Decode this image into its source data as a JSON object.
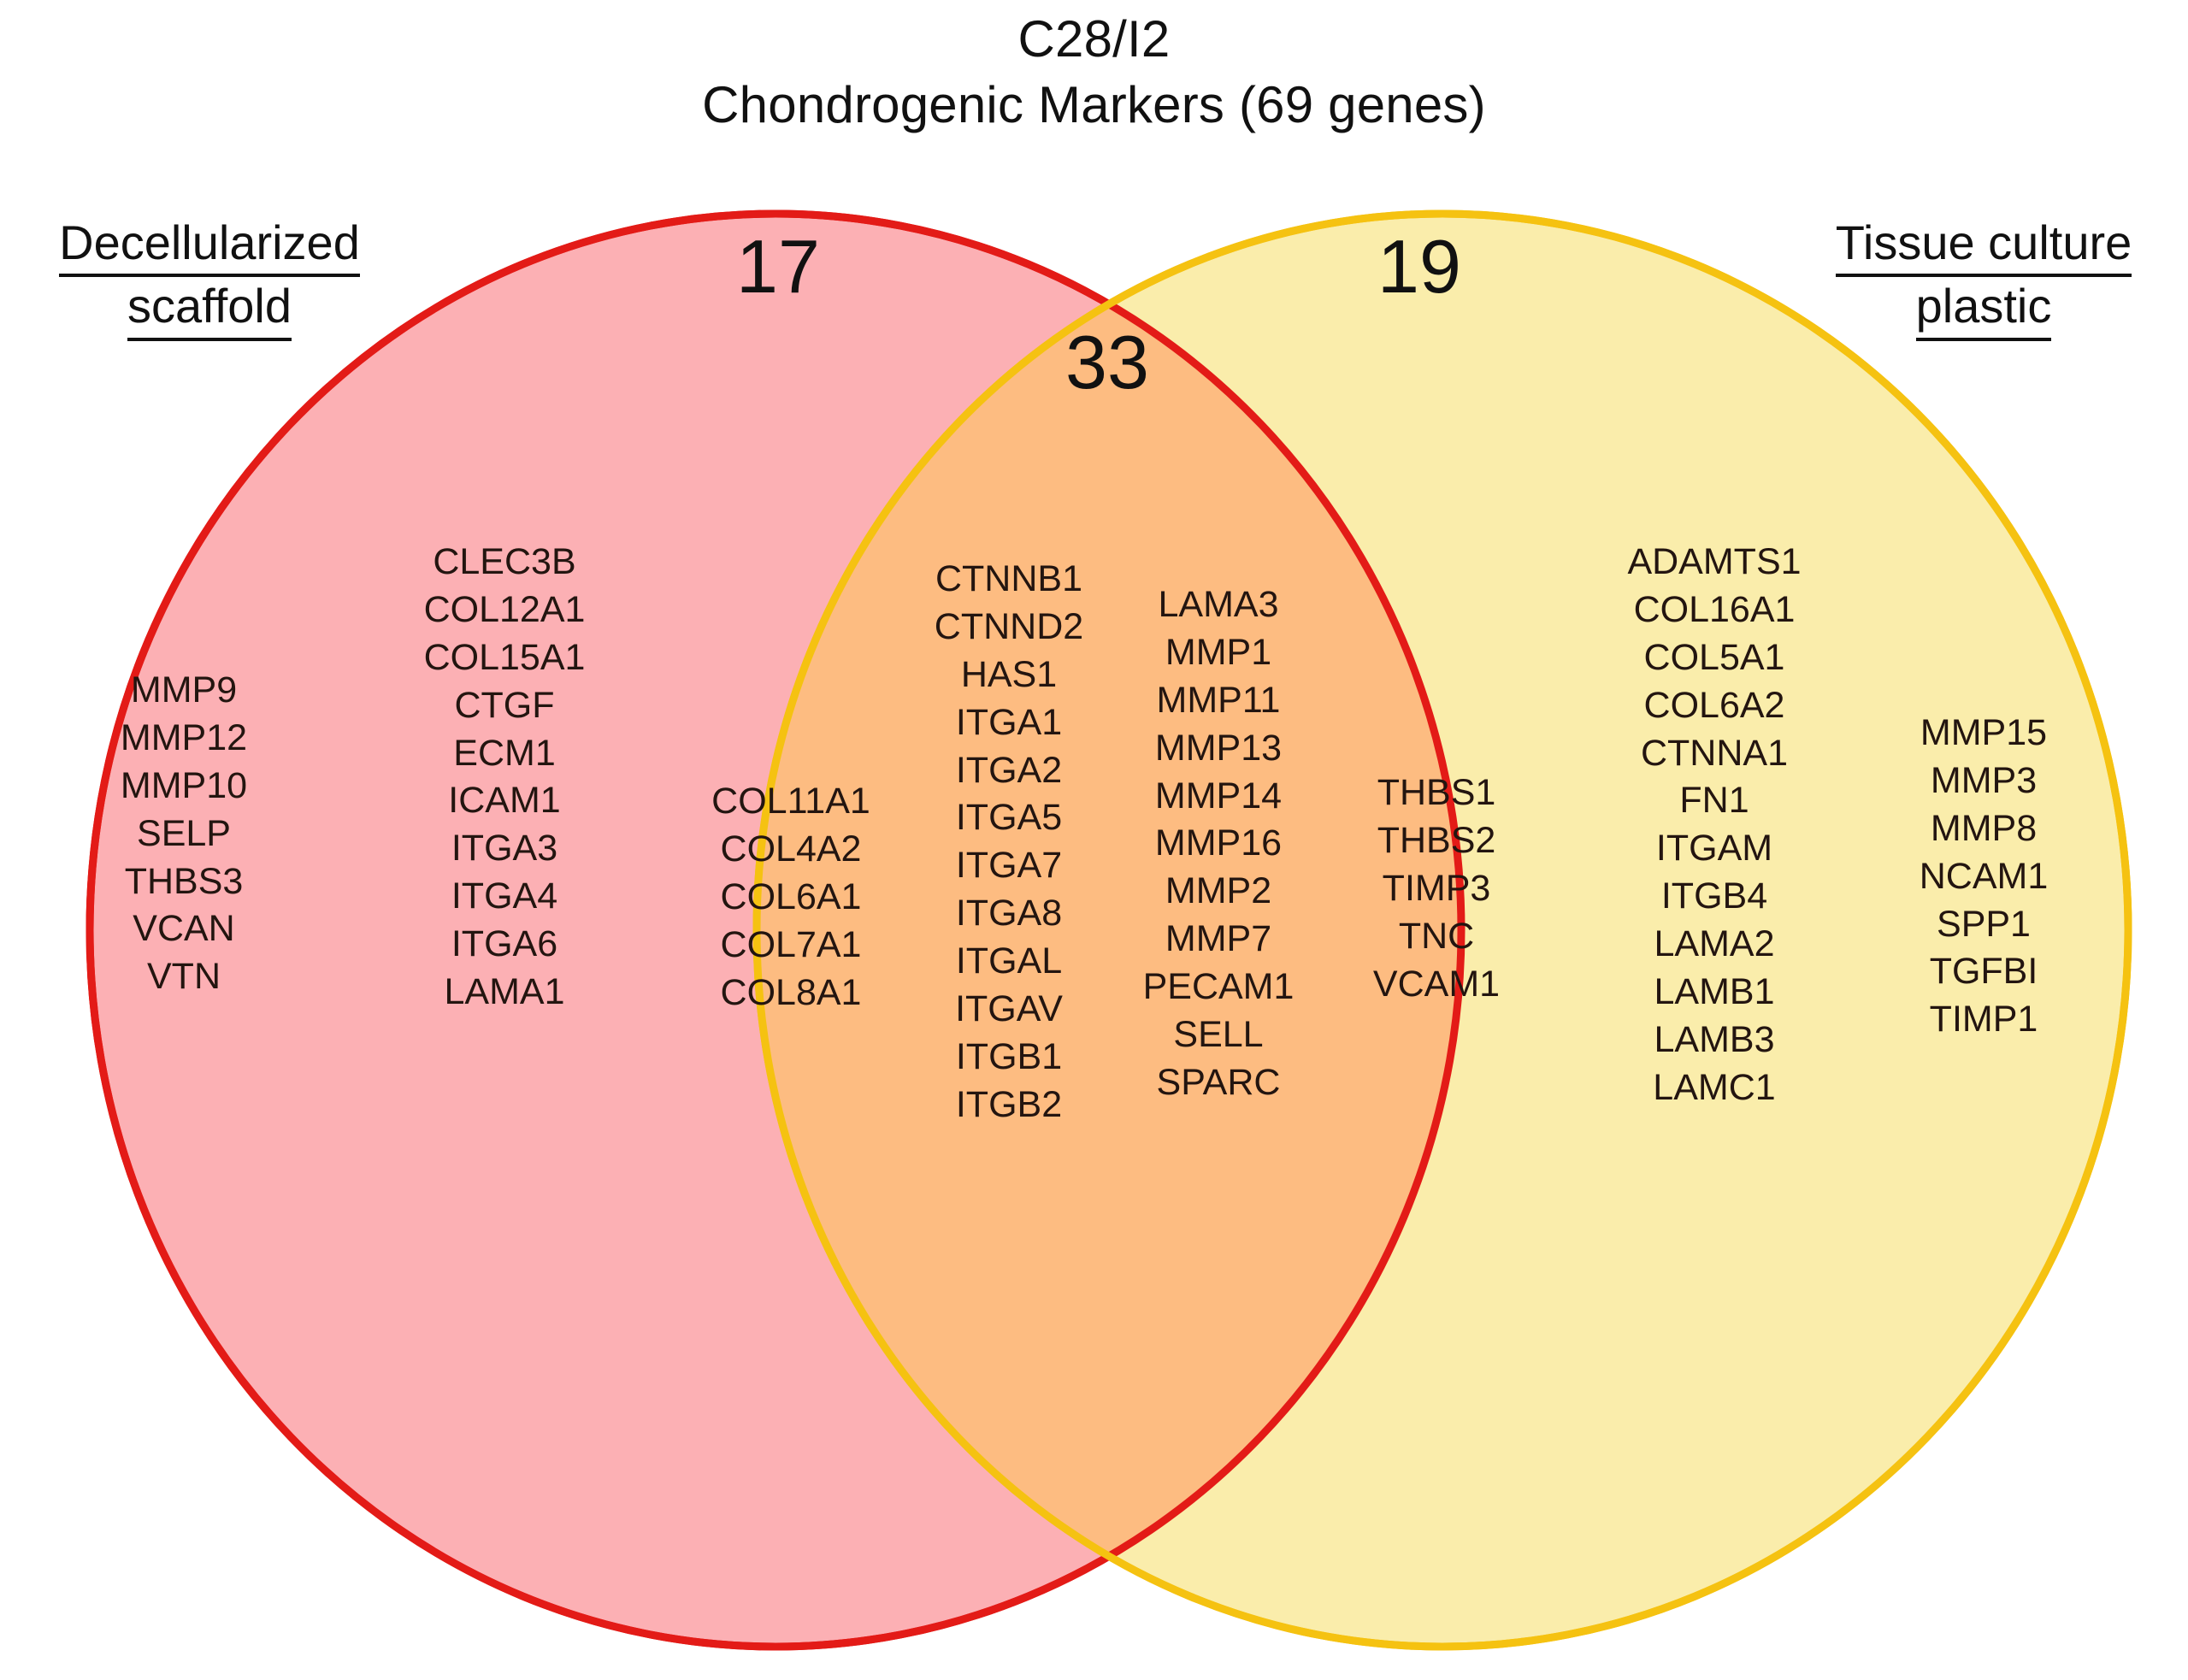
{
  "title": {
    "line1": "C28/I2",
    "line2": "Chondrogenic Markers (69 genes)"
  },
  "sets": {
    "left": {
      "label_line1": "Decellularized",
      "label_line2": "scaffold",
      "count": "17",
      "fill_color": "#FCB0B4",
      "stroke_color": "#E31B17"
    },
    "right": {
      "label_line1": "Tissue culture",
      "label_line2": "plastic",
      "count": "19",
      "fill_color": "#FAEDAB",
      "stroke_color": "#F5C211"
    },
    "intersection": {
      "count": "33",
      "fill_color": "#FDBC81"
    }
  },
  "chart_data": {
    "type": "venn",
    "title": "C28/I2 Chondrogenic Markers (69 genes)",
    "total": 69,
    "sets": [
      {
        "name": "Decellularized scaffold",
        "only_count": 17,
        "color": "#FCB0B4"
      },
      {
        "name": "Tissue culture plastic",
        "only_count": 19,
        "color": "#FAEDAB"
      }
    ],
    "intersection_count": 33,
    "left_only_genes": [
      "MMP9",
      "MMP12",
      "MMP10",
      "SELP",
      "THBS3",
      "VCAN",
      "VTN",
      "CLEC3B",
      "COL12A1",
      "COL15A1",
      "CTGF",
      "ECM1",
      "ICAM1",
      "ITGA3",
      "ITGA4",
      "ITGA6",
      "LAMA1"
    ],
    "shared_genes": [
      "COL11A1",
      "COL4A2",
      "COL6A1",
      "COL7A1",
      "COL8A1",
      "CTNNB1",
      "CTNND2",
      "HAS1",
      "ITGA1",
      "ITGA2",
      "ITGA5",
      "ITGA7",
      "ITGA8",
      "ITGAL",
      "ITGAV",
      "ITGB1",
      "ITGB2",
      "LAMA3",
      "MMP1",
      "MMP11",
      "MMP13",
      "MMP14",
      "MMP16",
      "MMP2",
      "MMP7",
      "PECAM1",
      "SELL",
      "SPARC",
      "THBS1",
      "THBS2",
      "TIMP3",
      "TNC",
      "VCAM1"
    ],
    "right_only_genes": [
      "ADAMTS1",
      "COL16A1",
      "COL5A1",
      "COL6A2",
      "CTNNA1",
      "FN1",
      "ITGAM",
      "ITGB4",
      "LAMA2",
      "LAMB1",
      "LAMB3",
      "LAMC1",
      "MMP15",
      "MMP3",
      "MMP8",
      "NCAM1",
      "SPP1",
      "TGFBI",
      "TIMP1"
    ]
  },
  "columns": {
    "left_1": [
      "MMP9",
      "MMP12",
      "MMP10",
      "SELP",
      "THBS3",
      "VCAN",
      "VTN"
    ],
    "left_2": [
      "CLEC3B",
      "COL12A1",
      "COL15A1",
      "CTGF",
      "ECM1",
      "ICAM1",
      "ITGA3",
      "ITGA4",
      "ITGA6",
      "LAMA1"
    ],
    "center_1": [
      "COL11A1",
      "COL4A2",
      "COL6A1",
      "COL7A1",
      "COL8A1"
    ],
    "center_2": [
      "CTNNB1",
      "CTNND2",
      "HAS1",
      "ITGA1",
      "ITGA2",
      "ITGA5",
      "ITGA7",
      "ITGA8",
      "ITGAL",
      "ITGAV",
      "ITGB1",
      "ITGB2"
    ],
    "center_3": [
      "LAMA3",
      "MMP1",
      "MMP11",
      "MMP13",
      "MMP14",
      "MMP16",
      "MMP2",
      "MMP7",
      "PECAM1",
      "SELL",
      "SPARC"
    ],
    "center_4": [
      "THBS1",
      "THBS2",
      "TIMP3",
      "TNC",
      "VCAM1"
    ],
    "right_1": [
      "ADAMTS1",
      "COL16A1",
      "COL5A1",
      "COL6A2",
      "CTNNA1",
      "FN1",
      "ITGAM",
      "ITGB4",
      "LAMA2",
      "LAMB1",
      "LAMB3",
      "LAMC1"
    ],
    "right_2": [
      "MMP15",
      "MMP3",
      "MMP8",
      "NCAM1",
      "SPP1",
      "TGFBI",
      "TIMP1"
    ]
  }
}
